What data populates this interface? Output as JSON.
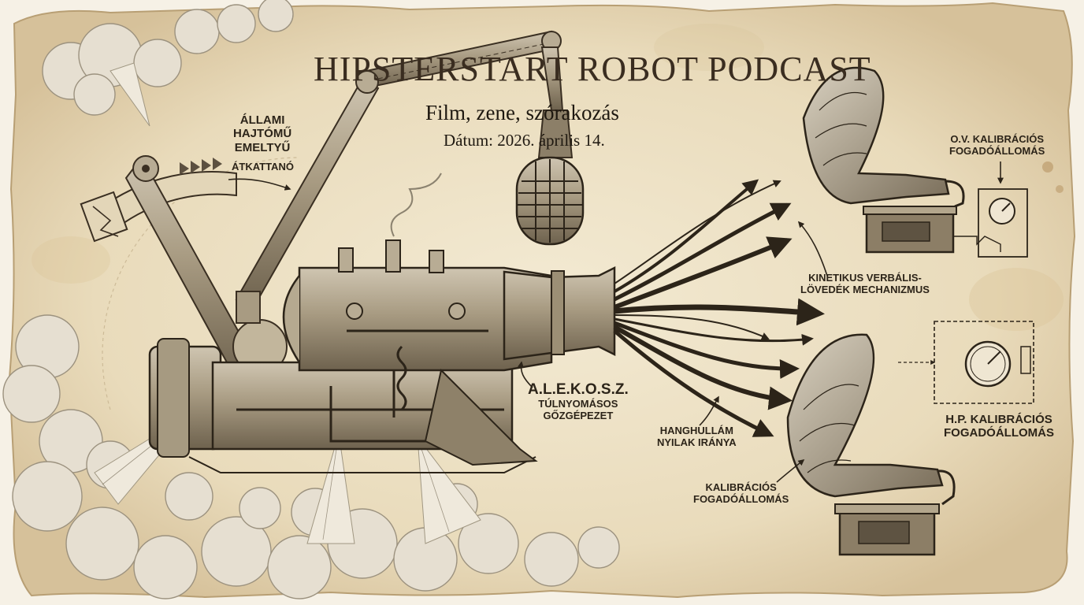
{
  "header": {
    "title": "HIPSTERSTART ROBOT PODCAST",
    "subtitle": "Film, zene, szórakozás",
    "date": "Dátum: 2026. április 14."
  },
  "labels": {
    "lever": [
      "ÁLLAMI",
      "HAJTÓMŰ",
      "EMELTYŰ"
    ],
    "gearshift": "ÁTKATTANÓ",
    "ov_station": [
      "O.V. KALIBRÁCIÓS",
      "FOGADÓÁLLOMÁS"
    ],
    "mechanism": [
      "KINETIKUS VERBÁLIS-",
      "LÖVEDÉK MECHANIZMUS"
    ],
    "engine_name": "A.L.E.K.O.S.Z.",
    "engine_desc": [
      "TÚLNYOMÁSOS",
      "GŐZGÉPEZET"
    ],
    "hp_station": [
      "H.P. KALIBRÁCIÓS",
      "FOGADÓÁLLOMÁS"
    ],
    "wave_arrows": [
      "HANGHULLÁM",
      "NYILAK IRÁNYA"
    ],
    "calib_station": [
      "KALIBRÁCIÓS",
      "FOGADÓÁLLOMÁS"
    ]
  },
  "colors": {
    "paper": "#efe3c8",
    "ink": "#2c2419",
    "brass": "#8a7a60",
    "smoke": "#ddd6c8"
  },
  "icons": [
    "steam-engine",
    "microphone",
    "gramophone",
    "gauge",
    "arrow",
    "smoke-cloud"
  ]
}
